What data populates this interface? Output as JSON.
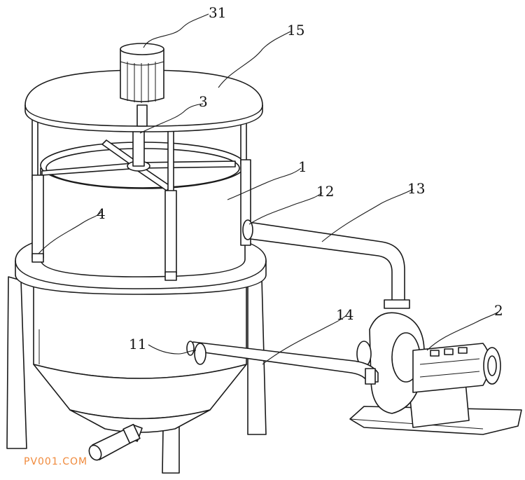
{
  "callouts": {
    "c31": "31",
    "c15": "15",
    "c3": "3",
    "c1": "1",
    "c12": "12",
    "c13": "13",
    "c4": "4",
    "c14": "14",
    "c2": "2",
    "c11": "11"
  },
  "watermark": "PV001.COM",
  "colors": {
    "line": "#1a1a1a",
    "watermark": "#f08a3c"
  }
}
